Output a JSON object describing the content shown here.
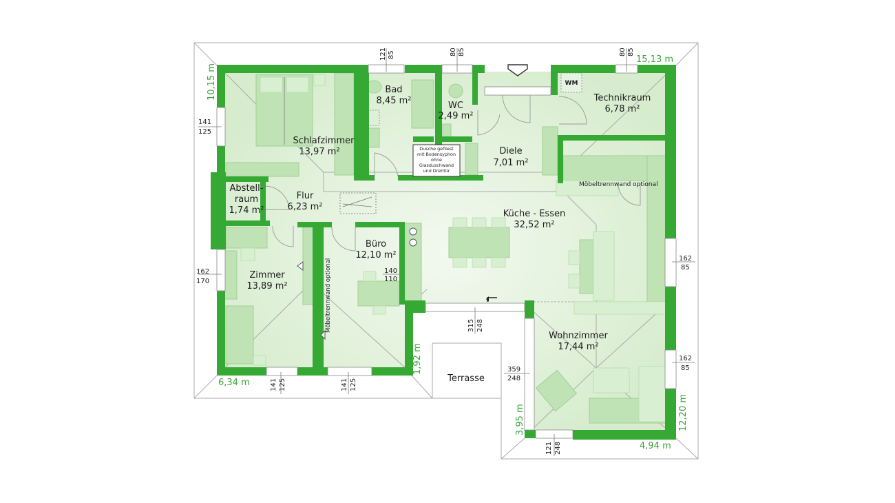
{
  "rooms": {
    "bad": {
      "name": "Bad",
      "area": "8,45 m²"
    },
    "wc": {
      "name": "WC",
      "area": "2,49 m²"
    },
    "technikraum": {
      "name": "Technikraum",
      "area": "6,78 m²"
    },
    "schlafzimmer": {
      "name": "Schlafzimmer",
      "area": "13,97 m²"
    },
    "diele": {
      "name": "Diele",
      "area": "7,01 m²"
    },
    "abstellraum": {
      "name_line1": "Abstell-",
      "name_line2": "raum",
      "area": "1,74 m²"
    },
    "flur": {
      "name": "Flur",
      "area": "6,23 m²"
    },
    "kueche": {
      "name": "Küche - Essen",
      "area": "32,52 m²"
    },
    "buero": {
      "name": "Büro",
      "area": "12,10 m²"
    },
    "zimmer": {
      "name": "Zimmer",
      "area": "13,89 m²"
    },
    "wohnzimmer": {
      "name": "Wohnzimmer",
      "area": "17,44 m²"
    },
    "terrasse": {
      "name": "Terrasse"
    }
  },
  "labels": {
    "wm": "WM",
    "moebel_h": "Möbeltrennwand optional",
    "moebel_v": "Möbeltrennwand optional",
    "dusche": [
      "Dusche gefliest",
      "mit Bodensyphon",
      "ohne",
      "Glasduschwand",
      "und Drehtür"
    ]
  },
  "dimensions": {
    "outer": {
      "d1": "15,13 m",
      "d2": "10,15 m",
      "d3": "6,34 m",
      "d4": "1,92 m",
      "d5": "3,95 m",
      "d6": "4,94 m",
      "d7": "12,20 m"
    },
    "windows": {
      "top1": [
        "121",
        "85"
      ],
      "top2": [
        "80",
        "85"
      ],
      "top3": [
        "80",
        "85"
      ],
      "left1": [
        "141",
        "125"
      ],
      "left2": [
        "162",
        "170"
      ],
      "right1": [
        "162",
        "85"
      ],
      "right2": [
        "162",
        "85"
      ],
      "bottom1": [
        "141",
        "125"
      ],
      "bottom2": [
        "141",
        "125"
      ],
      "terr1": [
        "315",
        "248"
      ],
      "terr2": [
        "359",
        "248"
      ],
      "terr3": [
        "121",
        "248"
      ],
      "buero": [
        "140",
        "110"
      ]
    }
  },
  "colors": {
    "wall": "#36a935",
    "dim_green": "#3aa537",
    "furniture": "#bfe3b4"
  }
}
